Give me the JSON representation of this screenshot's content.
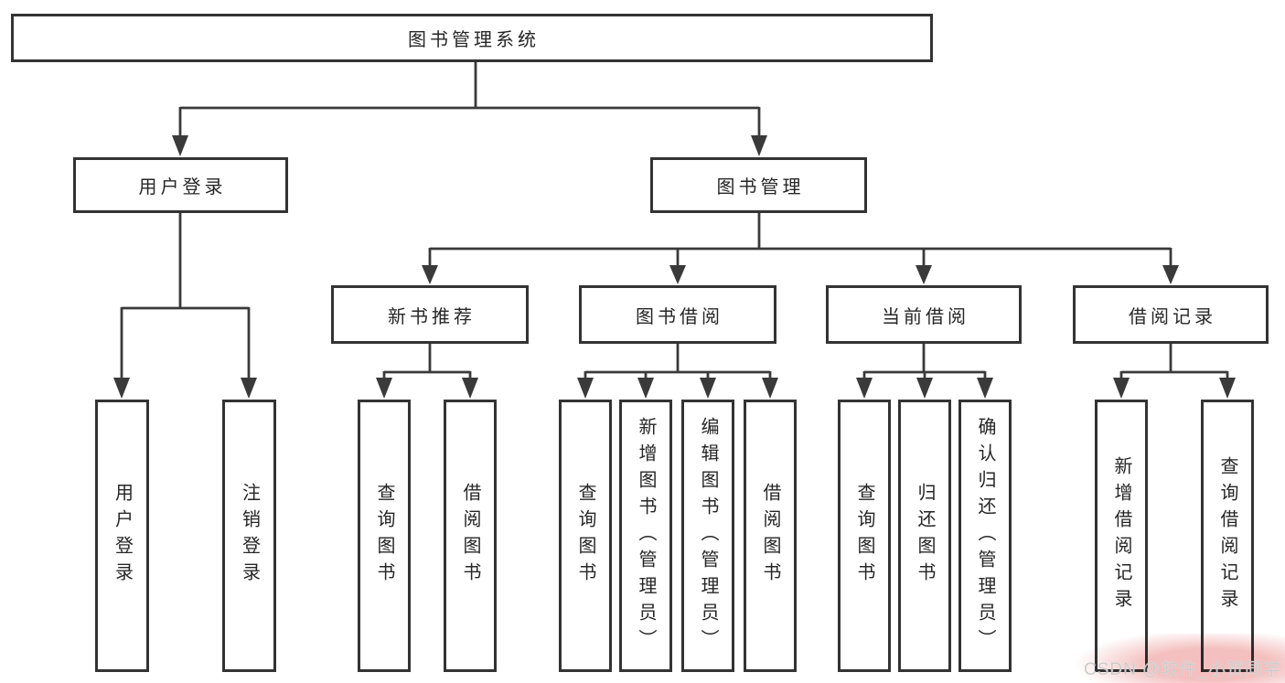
{
  "nodes": {
    "root": "图书管理系统",
    "user_login": "用户登录",
    "book_management": "图书管理",
    "new_book_recommend": "新书推荐",
    "book_borrow": "图书借阅",
    "current_borrow": "当前借阅",
    "borrow_records": "借阅记录",
    "leaf_user_login": "用户登录",
    "leaf_logout": "注销登录",
    "leaf_nb_query_books": "查询图书",
    "leaf_nb_borrow_books": "借阅图书",
    "leaf_bb_query_books": "查询图书",
    "leaf_bb_add_book_admin": "新增图书（管理员）",
    "leaf_bb_edit_book_admin": "编辑图书（管理员）",
    "leaf_bb_borrow_books": "借阅图书",
    "leaf_cb_query_books": "查询图书",
    "leaf_cb_return_books": "归还图书",
    "leaf_cb_confirm_return_admin": "确认归还（管理员）",
    "leaf_br_add_record": "新增借阅记录",
    "leaf_br_query_record": "查询借阅记录"
  },
  "edges": [
    [
      "root",
      "user_login"
    ],
    [
      "root",
      "book_management"
    ],
    [
      "user_login",
      "leaf_user_login"
    ],
    [
      "user_login",
      "leaf_logout"
    ],
    [
      "book_management",
      "new_book_recommend"
    ],
    [
      "book_management",
      "book_borrow"
    ],
    [
      "book_management",
      "current_borrow"
    ],
    [
      "book_management",
      "borrow_records"
    ],
    [
      "new_book_recommend",
      "leaf_nb_query_books"
    ],
    [
      "new_book_recommend",
      "leaf_nb_borrow_books"
    ],
    [
      "book_borrow",
      "leaf_bb_query_books"
    ],
    [
      "book_borrow",
      "leaf_bb_add_book_admin"
    ],
    [
      "book_borrow",
      "leaf_bb_edit_book_admin"
    ],
    [
      "book_borrow",
      "leaf_bb_borrow_books"
    ],
    [
      "current_borrow",
      "leaf_cb_query_books"
    ],
    [
      "current_borrow",
      "leaf_cb_return_books"
    ],
    [
      "current_borrow",
      "leaf_cb_confirm_return_admin"
    ],
    [
      "borrow_records",
      "leaf_br_add_record"
    ],
    [
      "borrow_records",
      "leaf_br_query_record"
    ]
  ],
  "watermark": {
    "text": "CSDN @软件_小贺同学"
  },
  "colors": {
    "line": "#3a3a3a",
    "box_border": "#333333",
    "text": "#262626",
    "background": "#ffffff",
    "watermark_text": "#cbcbcb",
    "watermark_highlight": "#f0a6a6"
  }
}
